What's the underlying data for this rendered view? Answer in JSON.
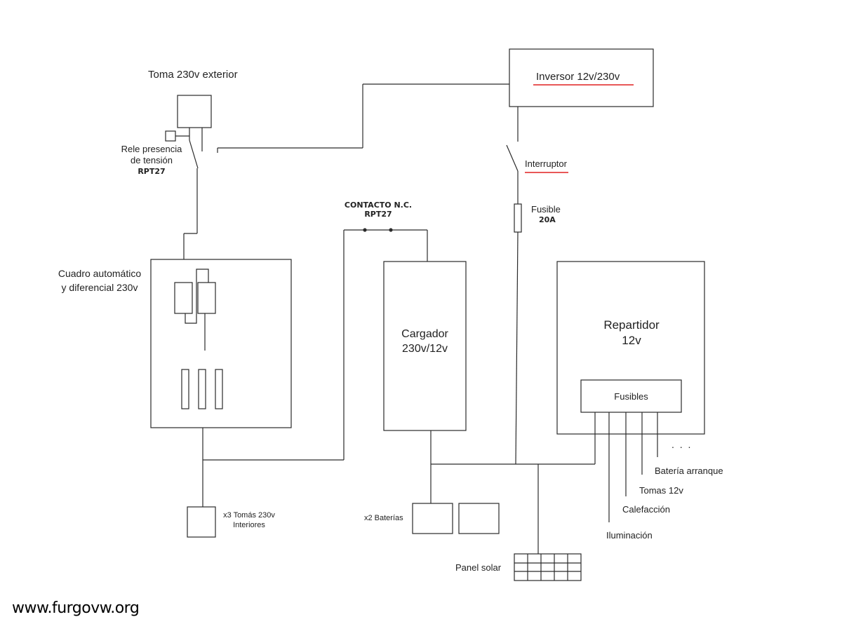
{
  "labels": {
    "toma_exterior": "Toma 230v exterior",
    "rele_line1": "Rele presencia",
    "rele_line2": "de tensión",
    "rele_model": "RPT27",
    "inversor": "Inversor 12v/230v",
    "interruptor": "Interruptor",
    "fusible": "Fusible",
    "fusible_rating": "20A",
    "contacto_line1": "CONTACTO N.C.",
    "contacto_line2": "RPT27",
    "cuadro_line1": "Cuadro automático",
    "cuadro_line2": "y diferencial 230v",
    "cargador_line1": "Cargador",
    "cargador_line2": "230v/12v",
    "repartidor_line1": "Repartidor",
    "repartidor_line2": "12v",
    "fusibles": "Fusibles",
    "ellipsis": ". . .",
    "bateria_arranque": "Batería arranque",
    "tomas_12v": "Tomas 12v",
    "calefaccion": "Calefacción",
    "iluminacion": "Iluminación",
    "tomas_interiores_line1": "x3 Tomás 230v",
    "tomas_interiores_line2": "Interiores",
    "baterias": "x2 Baterías",
    "panel_solar": "Panel solar",
    "watermark": "www.furgovw.org"
  },
  "colors": {
    "line": "#2a2a2a",
    "highlight_underline": "#e02020",
    "text": "#222222"
  }
}
